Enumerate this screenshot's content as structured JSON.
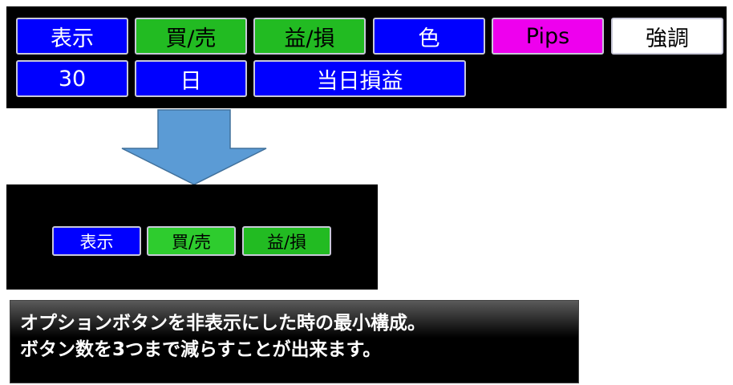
{
  "full_toolbar": {
    "row1": [
      {
        "label": "表示",
        "color": "#0000ff"
      },
      {
        "label": "買/売",
        "color": "#22bb22"
      },
      {
        "label": "益/損",
        "color": "#22bb22"
      },
      {
        "label": "色",
        "color": "#0000ff"
      },
      {
        "label": "Pips",
        "color": "#ee00ee"
      },
      {
        "label": "強調",
        "color": "#ffffff"
      }
    ],
    "row2": [
      {
        "label": "30",
        "color": "#0000ff"
      },
      {
        "label": "日",
        "color": "#0000ff"
      },
      {
        "label": "当日損益",
        "color": "#0000ff"
      }
    ]
  },
  "arrow": {
    "icon": "arrow-down-icon",
    "color": "#5b9bd5"
  },
  "minimal_toolbar": [
    {
      "label": "表示",
      "color": "#0000ff"
    },
    {
      "label": "買/売",
      "color": "#2ecc2e"
    },
    {
      "label": "益/損",
      "color": "#22bb22"
    }
  ],
  "caption": {
    "line1": "オプションボタンを非表示にした時の最小構成。",
    "line2": "ボタン数を3つまで減らすことが出来ます。"
  }
}
